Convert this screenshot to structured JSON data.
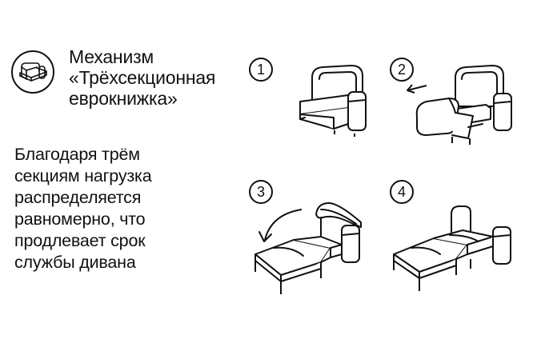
{
  "header": {
    "title_lines": [
      "Механизм",
      "«Трёхсекционная",
      "еврокнижка»"
    ]
  },
  "description": {
    "lines": [
      "Благодаря трём",
      "секциям нагрузка",
      "распределяется",
      "равномерно, что",
      "продлевает срок",
      "службы дивана"
    ]
  },
  "steps": [
    {
      "number": "1"
    },
    {
      "number": "2"
    },
    {
      "number": "3"
    },
    {
      "number": "4"
    }
  ],
  "icons": {
    "badge": "sofa-bed-icon",
    "step2_arrow": "arrow-left-icon",
    "step3_arrow": "curved-arrow-icon"
  },
  "colors": {
    "ink": "#111111",
    "background": "#ffffff"
  }
}
